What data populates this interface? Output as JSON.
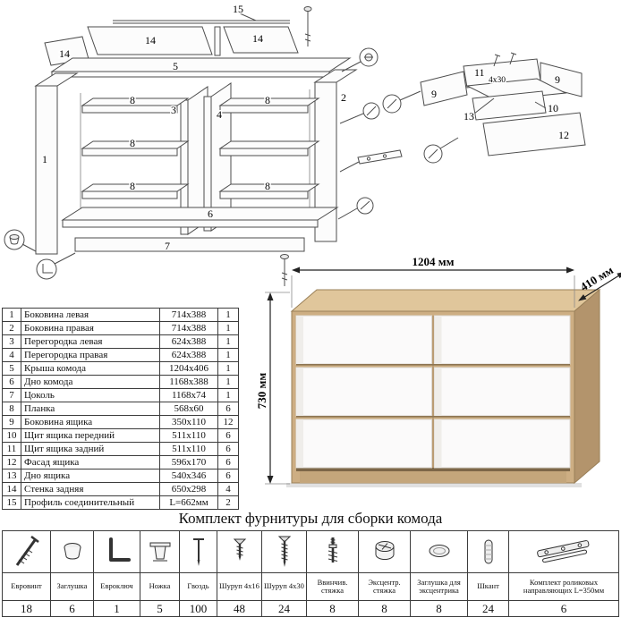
{
  "page": {
    "kit_title": "Комплект фурнитуры для сборки комода"
  },
  "product": {
    "width_label": "1204 мм",
    "depth_label": "410 мм",
    "height_label": "730 мм"
  },
  "diagram": {
    "labels": {
      "l15": "15",
      "l14a": "14",
      "l14b": "14",
      "l14c": "14",
      "l5": "5",
      "l1": "1",
      "l2": "2",
      "l3": "3",
      "l4": "4",
      "l8a": "8",
      "l8b": "8",
      "l8c": "8",
      "l8d": "8",
      "l8e": "8",
      "l6": "6",
      "l7": "7",
      "l11": "11",
      "l4x30": "4x30",
      "l9a": "9",
      "l9b": "9",
      "l13": "13",
      "l10": "10",
      "l12": "12"
    }
  },
  "parts_table": [
    {
      "num": "1",
      "name": "Боковина левая",
      "size": "714x388",
      "qty": "1"
    },
    {
      "num": "2",
      "name": "Боковина правая",
      "size": "714x388",
      "qty": "1"
    },
    {
      "num": "3",
      "name": "Перегородка левая",
      "size": "624x388",
      "qty": "1"
    },
    {
      "num": "4",
      "name": "Перегородка правая",
      "size": "624x388",
      "qty": "1"
    },
    {
      "num": "5",
      "name": "Крыша комода",
      "size": "1204x406",
      "qty": "1"
    },
    {
      "num": "6",
      "name": "Дно комода",
      "size": "1168x388",
      "qty": "1"
    },
    {
      "num": "7",
      "name": "Цоколь",
      "size": "1168x74",
      "qty": "1"
    },
    {
      "num": "8",
      "name": "Планка",
      "size": "568x60",
      "qty": "6"
    },
    {
      "num": "9",
      "name": "Боковина ящика",
      "size": "350x110",
      "qty": "12"
    },
    {
      "num": "10",
      "name": "Щит ящика передний",
      "size": "511x110",
      "qty": "6"
    },
    {
      "num": "11",
      "name": "Щит ящика задний",
      "size": "511x110",
      "qty": "6"
    },
    {
      "num": "12",
      "name": "Фасад ящика",
      "size": "596x170",
      "qty": "6"
    },
    {
      "num": "13",
      "name": "Дно ящика",
      "size": "540x346",
      "qty": "6"
    },
    {
      "num": "14",
      "name": "Стенка задняя",
      "size": "650x298",
      "qty": "4"
    },
    {
      "num": "15",
      "name": "Профиль соединительный",
      "size": "L=662мм",
      "qty": "2"
    }
  ],
  "hardware": [
    {
      "label": "Евровинт",
      "qty": "18"
    },
    {
      "label": "Заглушка",
      "qty": "6"
    },
    {
      "label": "Евроключ",
      "qty": "1"
    },
    {
      "label": "Ножка",
      "qty": "5"
    },
    {
      "label": "Гвоздь",
      "qty": "100"
    },
    {
      "label": "Шуруп 4x16",
      "qty": "48"
    },
    {
      "label": "Шуруп 4x30",
      "qty": "24"
    },
    {
      "label": "Ввинчив. стяжка",
      "qty": "8"
    },
    {
      "label": "Эксцентр. стяжка",
      "qty": "8"
    },
    {
      "label": "Заглушка для эксцентрика",
      "qty": "8"
    },
    {
      "label": "Шкант",
      "qty": "24"
    },
    {
      "label": "Комплект роликовых направляющих L=350мм",
      "qty": "6"
    }
  ]
}
